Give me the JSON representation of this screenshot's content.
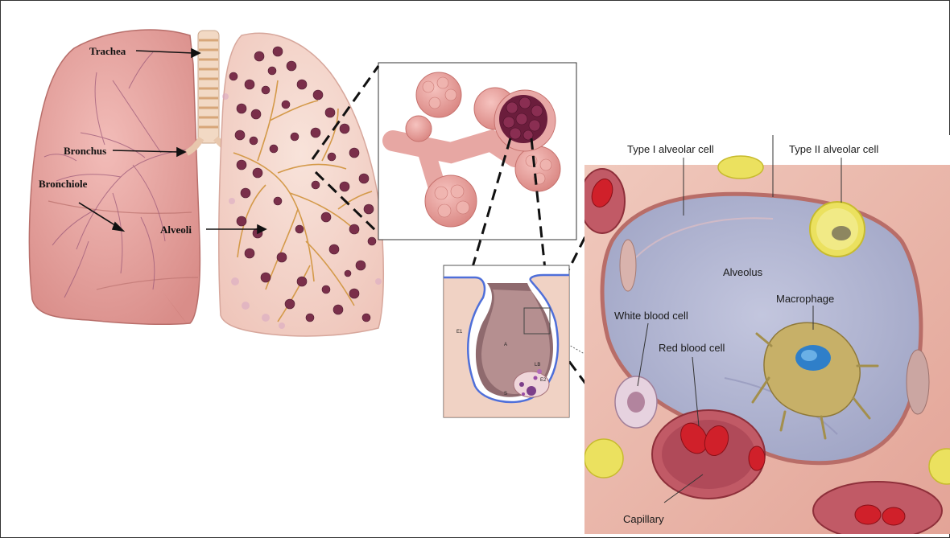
{
  "lung_labels": {
    "trachea": "Trachea",
    "bronchus": "Bronchus",
    "bronchiole": "Bronchiole",
    "alveoli": "Alveoli"
  },
  "sac_labels": {
    "a": "A",
    "e1": "E1",
    "e2": "E2",
    "lb": "LB",
    "s": "S"
  },
  "detail_labels": {
    "type1": "Type I alveolar cell",
    "type2": "Type II alveolar cell",
    "alveolus": "Alveolus",
    "macrophage": "Macrophage",
    "wbc": "White blood cell",
    "rbc": "Red blood cell",
    "capillary": "Capillary"
  },
  "colors": {
    "lung_pink": "#e8a3a0",
    "lung_dark": "#c97a78",
    "alveoli_purple": "#7a2f4a",
    "bronchi_orange": "#d49a4a",
    "alveolus_blue": "#b9bdd8",
    "tissue_pink": "#e9b7ad",
    "rbc_red": "#c8252e",
    "macrophage_olive": "#c9b46a",
    "type2_yellow": "#e8e05a"
  }
}
